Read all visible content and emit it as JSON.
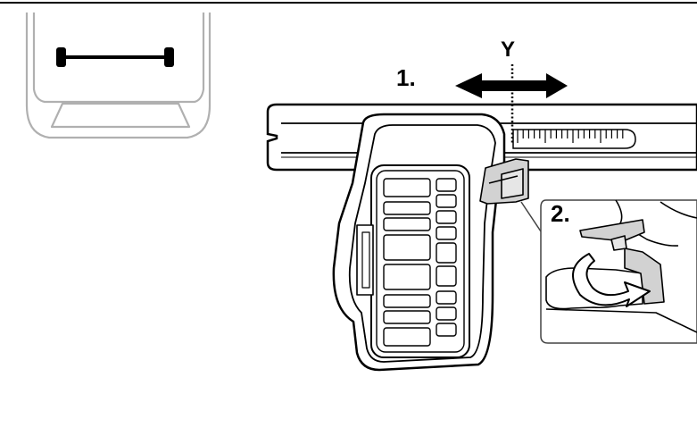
{
  "labels": {
    "step1": "1.",
    "mark_y": "Y",
    "step2": "2."
  },
  "colors": {
    "outline": "#000000",
    "car_outline": "#b0b0b0",
    "bar_fill": "#ffffff",
    "gray_fill": "#d2d2d2",
    "inset_border": "#444444"
  },
  "icons": {
    "movement_arrow": "double-headed-arrow",
    "rotation_arrow": "curved-arrow"
  }
}
